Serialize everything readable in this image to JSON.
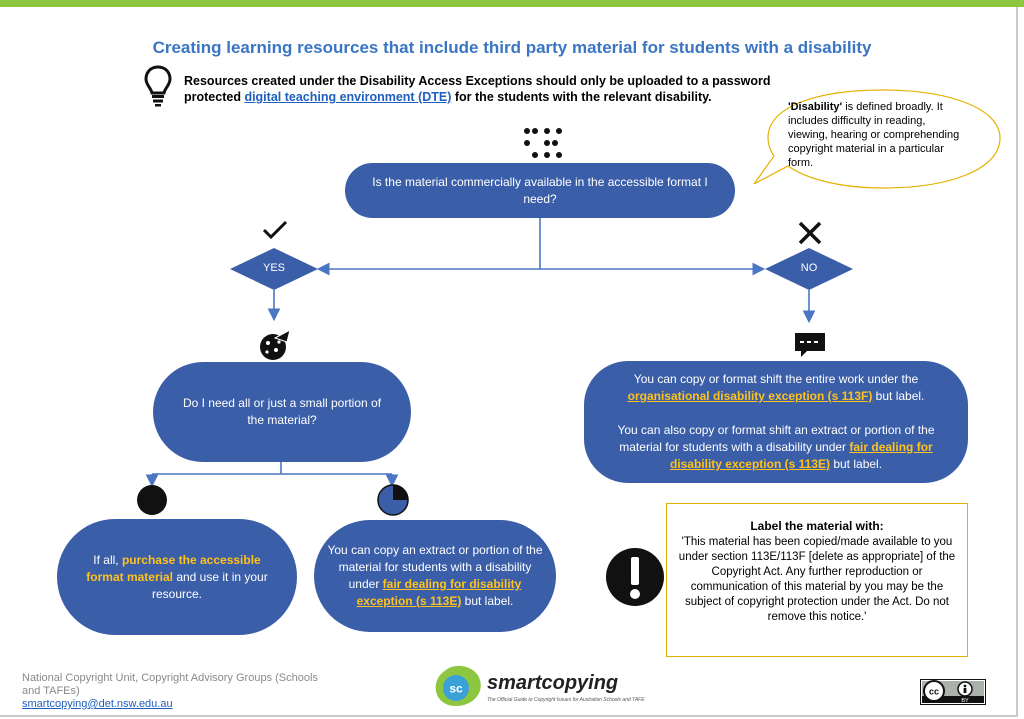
{
  "header": {
    "title": "Creating learning resources that include third party material for students with a disability",
    "intro_text_1": "Resources created under the Disability Access Exceptions should only be uploaded to a password protected ",
    "intro_link": "digital teaching environment (DTE)",
    "intro_text_2": " for the students with the relevant disability."
  },
  "callout": {
    "bold": "'Disability'",
    "text": " is defined broadly. It includes difficulty in reading, viewing, hearing or comprehending copyright material in a particular form."
  },
  "flow": {
    "question_1": "Is the material commercially available in the accessible format I need?",
    "yes": "YES",
    "no": "NO",
    "question_2": "Do I need all or just a small portion of the material?",
    "all_pre": "If all, ",
    "all_link": "purchase the accessible format material",
    "all_post": " and use it in your resource.",
    "portion_pre": "You can copy an extract or portion of the material for students with a disability under ",
    "portion_link": "fair dealing for disability exception (s 113E)",
    "portion_post": " but label.",
    "no_1_pre": "You can copy or format shift the entire work under the ",
    "no_1_link": "organisational disability exception (s 113F)",
    "no_1_post": " but label.",
    "no_2_pre": "You can also copy or format shift an extract or portion of the material for students with a disability under ",
    "no_2_link": "fair dealing for disability exception (s 113E)",
    "no_2_post": " but label."
  },
  "label_box": {
    "title": "Label the material with:",
    "text": "'This material has been copied/made available to you under section 113E/113F [delete as appropriate] of the Copyright Act. Any further reproduction or communication of this material by you may be the subject of copyright protection under the Act. Do not remove this notice.'"
  },
  "footer": {
    "org_line": "National Copyright Unit, Copyright Advisory Groups (Schools and TAFEs)",
    "email": "smartcopying@det.nsw.edu.au",
    "logo_text": "smartcopying",
    "logo_badge": "sc",
    "logo_tagline": "The Official Guide to Copyright Issues for Australian Schools and TAFE",
    "cc_label": "BY"
  },
  "icons": [
    "lightbulb-icon",
    "braille-icon",
    "check-icon",
    "cross-icon",
    "pizza-icon",
    "chat-icon",
    "full-circle-icon",
    "quarter-circle-icon",
    "exclamation-icon",
    "cc-by-icon"
  ],
  "colors": {
    "accent": "#3b76c4",
    "node": "#3b5ea8",
    "highlight": "#ffc21a",
    "top_bar": "#8dc63f",
    "callout_border": "#e6b000"
  }
}
